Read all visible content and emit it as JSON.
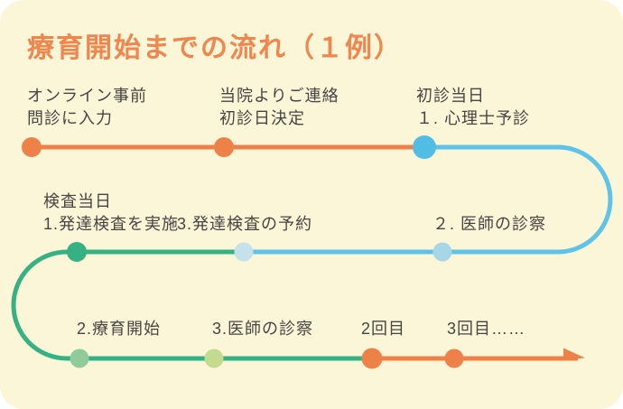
{
  "title": "療育開始までの流れ（１例）",
  "steps": {
    "row1": [
      {
        "label": "オンライン事前\n問診に入力"
      },
      {
        "label": "当院よりご連絡\n初診日決定"
      },
      {
        "label": "初診当日\n１. 心理士予診"
      }
    ],
    "row2": [
      {
        "label": "検査当日\n1.発達検査を実施"
      },
      {
        "label": "3.発達検査の予約"
      },
      {
        "label": "２. 医師の診察"
      }
    ],
    "row3": [
      {
        "label": "2.療育開始"
      },
      {
        "label": "3.医師の診察"
      },
      {
        "label": "2回目"
      },
      {
        "label": "3回目……"
      }
    ]
  },
  "colors": {
    "background": "#FBF6D8",
    "title": "#F0854E",
    "orange": "#EE8148",
    "blue_line": "#5FC2E7",
    "blue_dot": "#52BDE4",
    "teal": "#35B183",
    "pale_blue_dot_light": "#C5E1EB",
    "pale_blue_dot": "#A7D6E8",
    "pale_green_dot": "#90CC9B",
    "yellow_green_dot": "#C3DA8F",
    "text": "#474542"
  }
}
